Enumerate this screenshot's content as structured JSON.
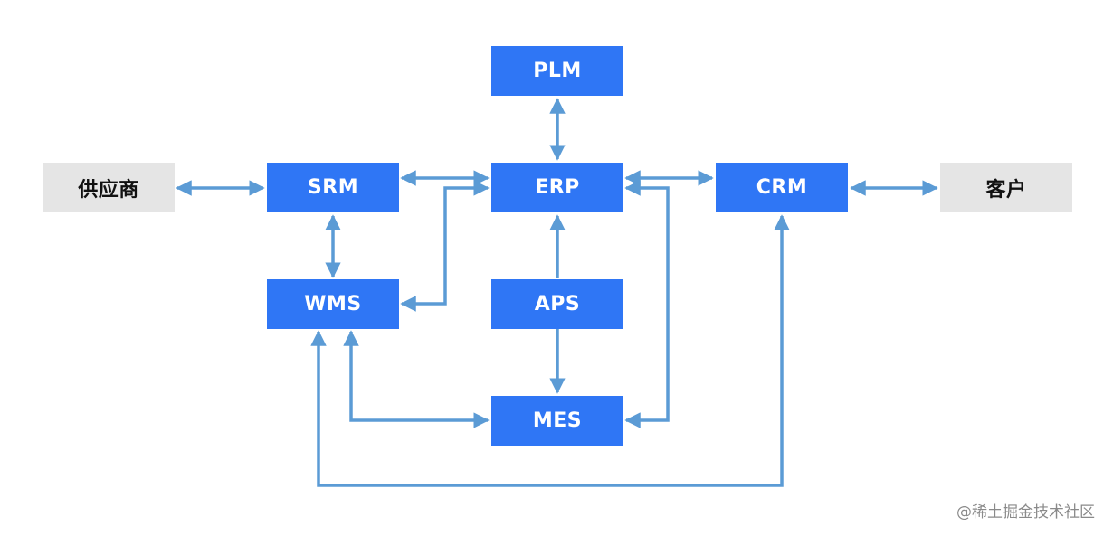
{
  "nodes": {
    "plm": "PLM",
    "erp": "ERP",
    "srm": "SRM",
    "crm": "CRM",
    "wms": "WMS",
    "aps": "APS",
    "mes": "MES",
    "supplier": "供应商",
    "customer": "客户"
  },
  "watermark": "@稀土掘金技术社区",
  "colors": {
    "system_box": "#2f76f5",
    "external_box": "#e5e5e5",
    "edge": "#5b9bd5"
  },
  "edges": [
    {
      "from": "PLM",
      "to": "ERP",
      "direction": "both"
    },
    {
      "from": "供应商",
      "to": "SRM",
      "direction": "both"
    },
    {
      "from": "SRM",
      "to": "ERP",
      "direction": "both"
    },
    {
      "from": "ERP",
      "to": "CRM",
      "direction": "both"
    },
    {
      "from": "CRM",
      "to": "客户",
      "direction": "both"
    },
    {
      "from": "SRM",
      "to": "WMS",
      "direction": "both"
    },
    {
      "from": "WMS",
      "to": "ERP",
      "direction": "both"
    },
    {
      "from": "APS",
      "to": "ERP",
      "direction": "forward"
    },
    {
      "from": "APS",
      "to": "MES",
      "direction": "forward"
    },
    {
      "from": "ERP",
      "to": "MES",
      "direction": "both"
    },
    {
      "from": "WMS",
      "to": "MES",
      "direction": "both"
    },
    {
      "from": "WMS",
      "to": "CRM",
      "direction": "both"
    }
  ]
}
